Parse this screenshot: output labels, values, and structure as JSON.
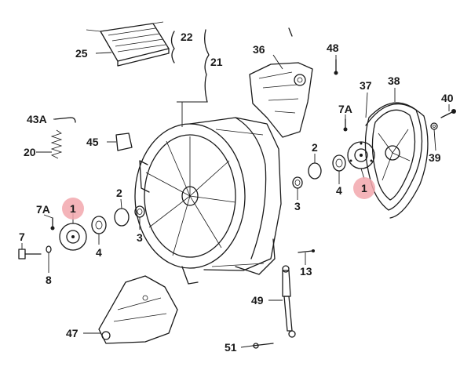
{
  "diagram": {
    "highlight_color": "#f2a7ad",
    "callouts": [
      {
        "id": "c22",
        "text": "22"
      },
      {
        "id": "c21",
        "text": "21"
      },
      {
        "id": "c25",
        "text": "25"
      },
      {
        "id": "c36",
        "text": "36"
      },
      {
        "id": "c48",
        "text": "48"
      },
      {
        "id": "c37",
        "text": "37"
      },
      {
        "id": "c38",
        "text": "38"
      },
      {
        "id": "c40",
        "text": "40"
      },
      {
        "id": "c43A",
        "text": "43A"
      },
      {
        "id": "c7A_top",
        "text": "7A"
      },
      {
        "id": "c45",
        "text": "45"
      },
      {
        "id": "c20",
        "text": "20"
      },
      {
        "id": "c2_right",
        "text": "2"
      },
      {
        "id": "c39",
        "text": "39"
      },
      {
        "id": "c1_right",
        "text": "1"
      },
      {
        "id": "c4_right",
        "text": "4"
      },
      {
        "id": "c3_right",
        "text": "3"
      },
      {
        "id": "c2_left",
        "text": "2"
      },
      {
        "id": "c1_left",
        "text": "1"
      },
      {
        "id": "c7A_left",
        "text": "7A"
      },
      {
        "id": "c7",
        "text": "7"
      },
      {
        "id": "c4_left",
        "text": "4"
      },
      {
        "id": "c3_left",
        "text": "3"
      },
      {
        "id": "c8",
        "text": "8"
      },
      {
        "id": "c13",
        "text": "13"
      },
      {
        "id": "c49",
        "text": "49"
      },
      {
        "id": "c47",
        "text": "47"
      },
      {
        "id": "c51",
        "text": "51"
      }
    ]
  }
}
